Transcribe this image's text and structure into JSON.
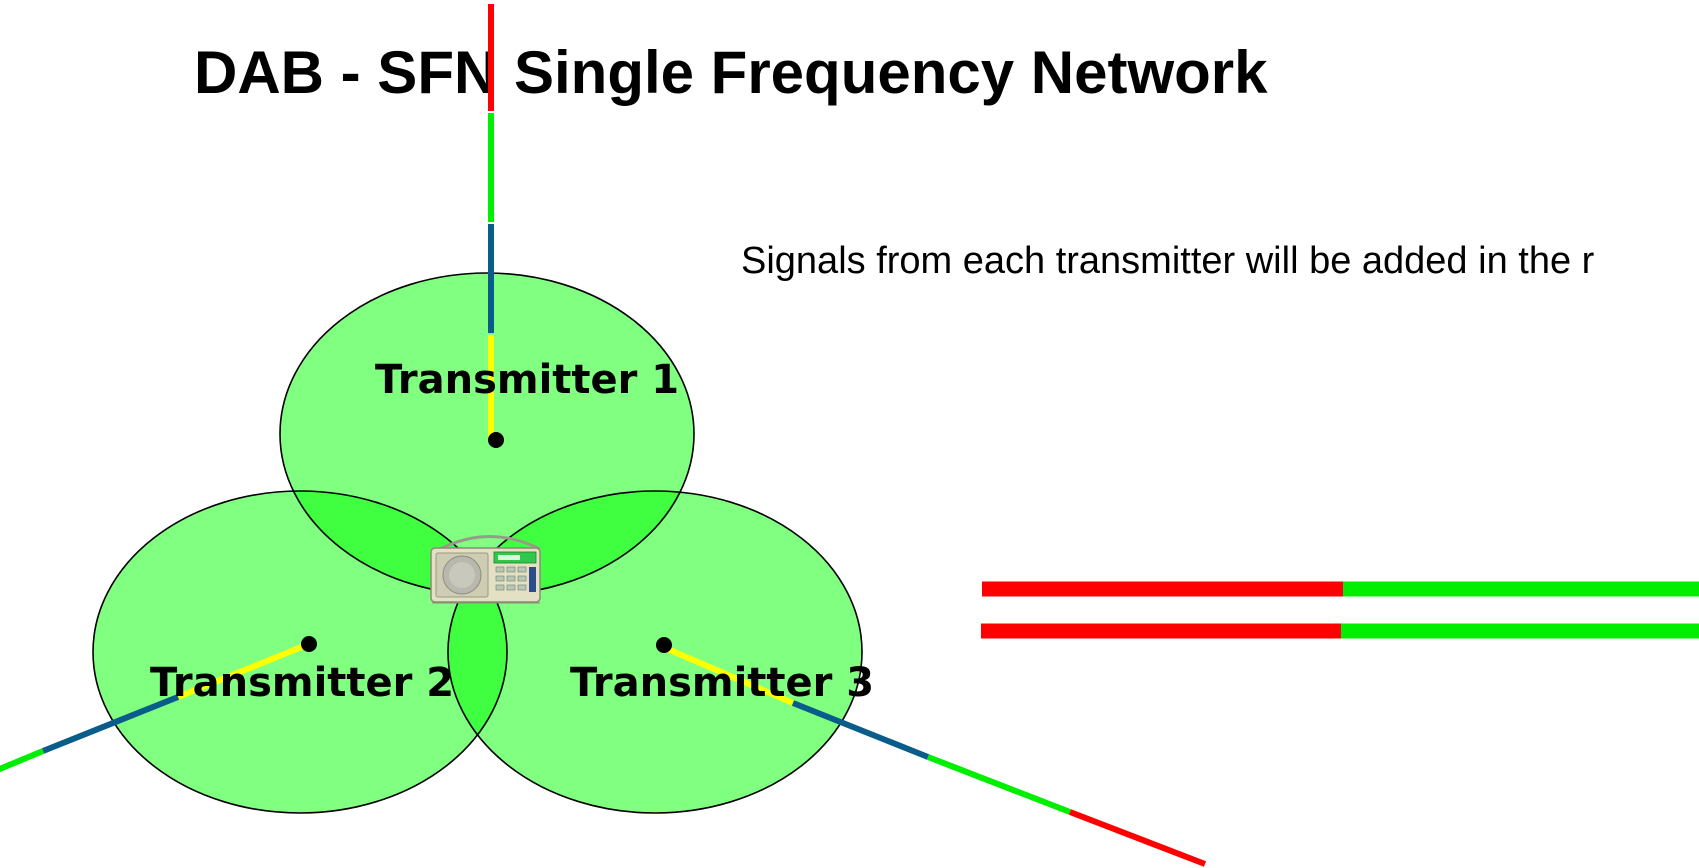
{
  "title": "DAB -  SFN Single Frequency Network",
  "caption": "Signals from each transmitter will be added in the r",
  "transmitters": [
    {
      "label": "Transmitter 1"
    },
    {
      "label": "Transmitter 2"
    },
    {
      "label": "Transmitter 3"
    }
  ],
  "colors": {
    "coverage": "#80ff80",
    "overlap": "#40ff40",
    "signal_red": "#ff0000",
    "signal_green": "#00ee00",
    "signal_blue": "#0a5c8a",
    "signal_yellow": "#ffff00"
  },
  "icons": {
    "receiver": "radio-receiver-icon"
  }
}
